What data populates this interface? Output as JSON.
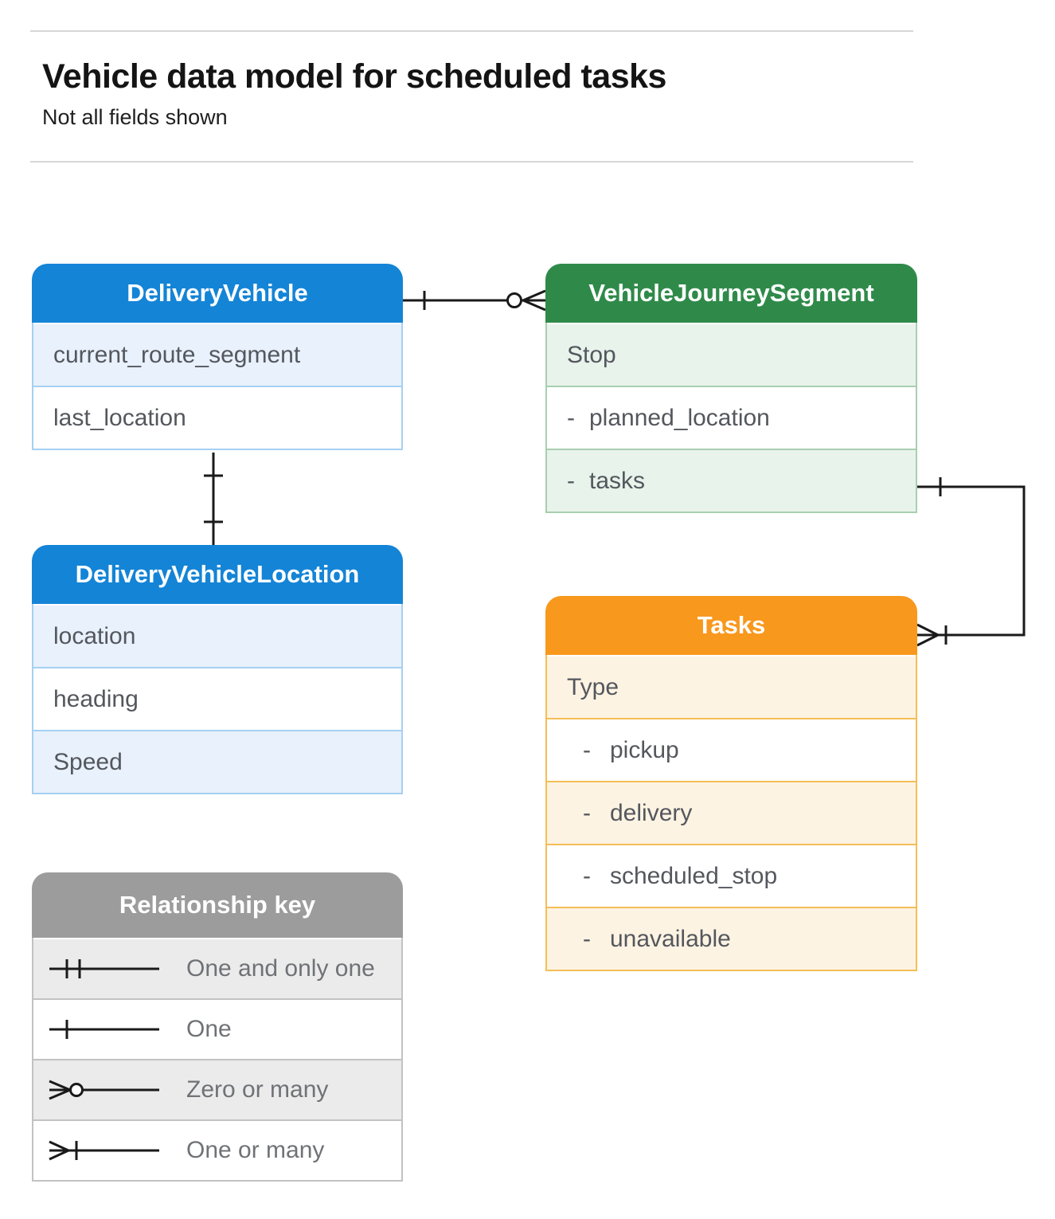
{
  "page": {
    "title": "Vehicle data model for scheduled tasks",
    "subtitle": "Not all fields shown"
  },
  "entities": [
    {
      "name": "DeliveryVehicle",
      "theme": "blue",
      "fields": [
        {
          "label": "current_route_segment"
        },
        {
          "label": "last_location"
        }
      ]
    },
    {
      "name": "VehicleJourneySegment",
      "theme": "green",
      "fields": [
        {
          "label": "Stop"
        },
        {
          "prefix": "-",
          "label": "planned_location"
        },
        {
          "prefix": "-",
          "label": "tasks"
        }
      ]
    },
    {
      "name": "DeliveryVehicleLocation",
      "theme": "blue",
      "fields": [
        {
          "label": "location"
        },
        {
          "label": "heading"
        },
        {
          "label": "Speed"
        }
      ]
    },
    {
      "name": "Tasks",
      "theme": "orange",
      "fields": [
        {
          "label": "Type"
        },
        {
          "prefix": "-",
          "label": "pickup"
        },
        {
          "prefix": "-",
          "label": "delivery"
        },
        {
          "prefix": "-",
          "label": "scheduled_stop"
        },
        {
          "prefix": "-",
          "label": "unavailable"
        }
      ]
    }
  ],
  "legend": {
    "title": "Relationship key",
    "items": [
      {
        "symbol": "one-and-only-one",
        "label": "One and only one"
      },
      {
        "symbol": "one",
        "label": "One"
      },
      {
        "symbol": "zero-or-many",
        "label": "Zero or many"
      },
      {
        "symbol": "one-or-many",
        "label": "One or many"
      }
    ]
  },
  "relationships": [
    {
      "from": "DeliveryVehicle",
      "to": "VehicleJourneySegment",
      "from_cardinality": "one",
      "to_cardinality": "zero-or-many"
    },
    {
      "from": "DeliveryVehicle",
      "to": "DeliveryVehicleLocation",
      "from_cardinality": "one",
      "to_cardinality": "one"
    },
    {
      "from": "VehicleJourneySegment.tasks",
      "to": "Tasks",
      "from_cardinality": "one",
      "to_cardinality": "one-or-many"
    }
  ],
  "colors": {
    "blue_header": "#1484D6",
    "blue_tint": "#E8F1FC",
    "blue_border": "#A6D0F2",
    "green_header": "#2F8A49",
    "green_tint": "#E8F3EB",
    "green_border": "#A8CFB0",
    "orange_header": "#F8981D",
    "orange_tint": "#FDF3E3",
    "orange_border": "#F5BE56",
    "legend_header": "#9C9C9C",
    "legend_tint": "#EBEBEB",
    "connector": "#1A1A1A"
  }
}
